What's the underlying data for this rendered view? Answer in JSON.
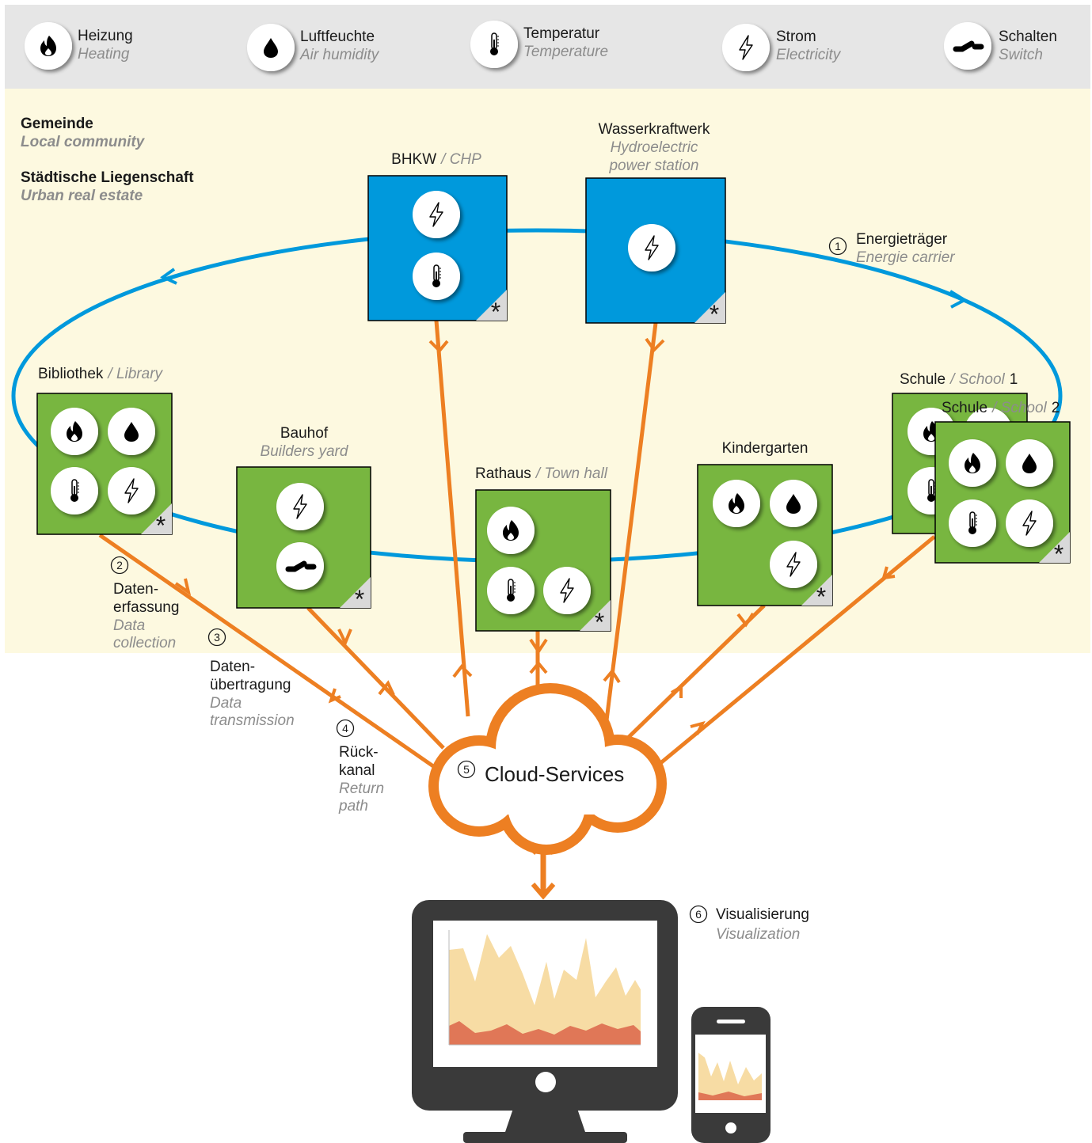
{
  "legend": [
    {
      "icon": "flame-icon",
      "label": "Heizung",
      "sub": "Heating"
    },
    {
      "icon": "drop-icon",
      "label": "Luftfeuchte",
      "sub": "Air humidity"
    },
    {
      "icon": "thermometer-icon",
      "label": "Temperatur",
      "sub": "Temperature"
    },
    {
      "icon": "bolt-icon",
      "label": "Strom",
      "sub": "Electricity"
    },
    {
      "icon": "switch-icon",
      "label": "Schalten",
      "sub": "Switch"
    }
  ],
  "community": {
    "title": "Gemeinde",
    "title_sub": "Local community",
    "estate": "Städtische Liegenschaft",
    "estate_sub": "Urban real estate"
  },
  "buildings": {
    "bhkw": {
      "name": "BHKW",
      "sub": "/ CHP"
    },
    "wasser": {
      "name": "Wasserkraftwerk",
      "sub1": "Hydroelectric",
      "sub2": "power station"
    },
    "bibliothek": {
      "name": "Bibliothek",
      "sub": "/ Library"
    },
    "bauhof": {
      "name": "Bauhof",
      "sub": "Builders yard"
    },
    "rathaus": {
      "name": "Rathaus",
      "sub": "/ Town hall"
    },
    "kindergarten": {
      "name": "Kindergarten"
    },
    "schule1": {
      "name": "Schule",
      "sub": "/ School",
      "num": "1"
    },
    "schule2": {
      "name": "Schule",
      "sub": "/ School",
      "num": "2"
    }
  },
  "corner_mark": "*",
  "steps": {
    "s1": {
      "num": "1",
      "label": "Energieträger",
      "sub": "Energie carrier"
    },
    "s2": {
      "num": "2",
      "label1": "Daten-",
      "label2": "erfassung",
      "sub1": "Data",
      "sub2": "collection"
    },
    "s3": {
      "num": "3",
      "label1": "Daten-",
      "label2": "übertragung",
      "sub1": "Data",
      "sub2": "transmission"
    },
    "s4": {
      "num": "4",
      "label1": "Rück-",
      "label2": "kanal",
      "sub1": "Return",
      "sub2": "path"
    },
    "s5": {
      "num": "5",
      "label": "Cloud-Services"
    },
    "s6": {
      "num": "6",
      "label": "Visualisierung",
      "sub": "Visualization"
    }
  },
  "colors": {
    "header_bg": "#e6e6e6",
    "community_bg": "#fdf9e0",
    "green": "#78b640",
    "blue": "#0099dc",
    "orange": "#ed7f22",
    "device": "#3a3a3a"
  }
}
